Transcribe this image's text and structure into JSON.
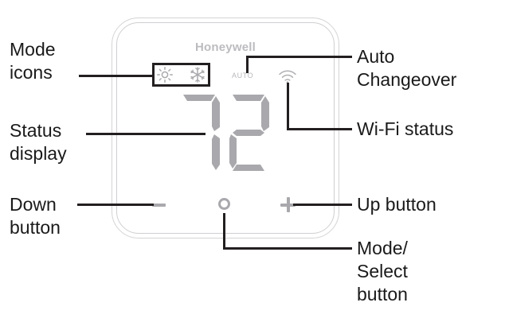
{
  "diagram": {
    "title": "Honeywell thermostat labeled diagram",
    "accent_dark": "#231f20",
    "device_gray": "#a9a9ad",
    "brand_gray": "#bcbcc0"
  },
  "device": {
    "brand": "Honeywell",
    "auto_indicator": "AUTO",
    "wifi_indicator": "wifi-icon",
    "display_value": "72",
    "mode_icons": [
      {
        "name": "sun-icon",
        "label": "Heat"
      },
      {
        "name": "snowflake-icon",
        "label": "Cool"
      }
    ],
    "buttons": {
      "down": "−",
      "mode": "○",
      "up": "+"
    }
  },
  "callouts": [
    {
      "id": "mode-icons",
      "text": "Mode\nicons",
      "side": "left"
    },
    {
      "id": "status-display",
      "text": "Status\ndisplay",
      "side": "left"
    },
    {
      "id": "down-button",
      "text": "Down\nbutton",
      "side": "left"
    },
    {
      "id": "auto-changeover",
      "text": "Auto\nChangeover",
      "side": "right"
    },
    {
      "id": "wifi-status",
      "text": "Wi-Fi status",
      "side": "right"
    },
    {
      "id": "up-button",
      "text": "Up button",
      "side": "right"
    },
    {
      "id": "mode-select-button",
      "text": "Mode/\nSelect\nbutton",
      "side": "right"
    }
  ]
}
